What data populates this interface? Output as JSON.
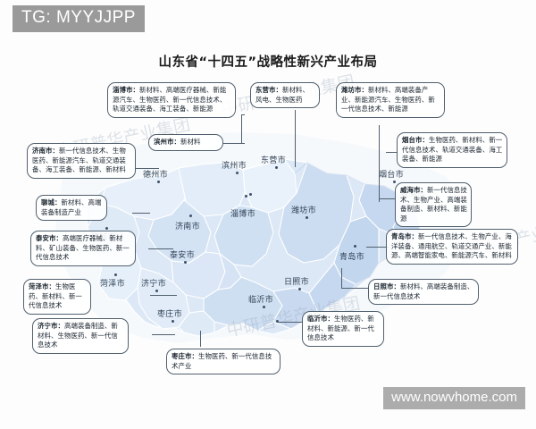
{
  "overlay": {
    "tg_tag": "TG: MYYJJPP",
    "site_tag": "www.nowvhome.com"
  },
  "title": "山东省“十四五”战略性新兴产业布局",
  "watermarks": [
    "中研普华产业集团",
    "中研普华产业集团",
    "中研普华产业集团",
    "中研普华产业集团"
  ],
  "map": {
    "city_labels": [
      {
        "name": "德州市"
      },
      {
        "name": "滨州市"
      },
      {
        "name": "东营市"
      },
      {
        "name": "烟台市"
      },
      {
        "name": "威海市"
      },
      {
        "name": "潍坊市"
      },
      {
        "name": "淄博市"
      },
      {
        "name": "济南市"
      },
      {
        "name": "聊城市"
      },
      {
        "name": "泰安市"
      },
      {
        "name": "青岛市"
      },
      {
        "name": "济宁市"
      },
      {
        "name": "枣庄市"
      },
      {
        "name": "临沂市"
      },
      {
        "name": "日照市"
      },
      {
        "name": "菏泽市"
      }
    ]
  },
  "callouts": [
    {
      "city": "淄博市：",
      "industries": "新材料、高端医疗器械、新能源汽车、生物医药、新一代信息技术、轨道交通装备、海工装备、新能源"
    },
    {
      "city": "东营市：",
      "industries": "新材料、风电、生物医药"
    },
    {
      "city": "潍坊市：",
      "industries": "新材料、高端装备产业、新能源汽车、生物医药、新一代信息技术、新能源"
    },
    {
      "city": "滨州市：",
      "industries": "新材料"
    },
    {
      "city": "济南市：",
      "industries": "新一代信息技术、生物医药、新能源汽车、轨道交通装备、海工装备、新能源、新材料"
    },
    {
      "city": "烟台市：",
      "industries": "生物医药、新材料、新一代信息技术、轨道交通装备、海工装备、新能源"
    },
    {
      "city": "威海市：",
      "industries": "新一代信息技术、生物产业、高端装备制造、新材料、新能源"
    },
    {
      "city": "聊城：",
      "industries": "新材料、高端装备制造产业"
    },
    {
      "city": "泰安市：",
      "industries": "高端医疗器械、新材料、矿山装备、生物医药、新一代信息技术"
    },
    {
      "city": "青岛市：",
      "industries": "新一代信息技术、生物产业、海洋装备、通用航空、轨道交通产业、新能源、高端智能家电、新能源汽车、新材料"
    },
    {
      "city": "菏泽市：",
      "industries": "生物医药、新材料、新一代信息技术"
    },
    {
      "city": "日照市：",
      "industries": "新材料、高端装备制造、新一代信息技术"
    },
    {
      "city": "济宁市：",
      "industries": "高端装备制造、新材料、生物医药、新一代信息技术"
    },
    {
      "city": "临沂市：",
      "industries": "生物医药、新材料、新能源、新一代信息技术"
    },
    {
      "city": "枣庄市：",
      "industries": "生物医药、新一代信息技术产业"
    }
  ],
  "colors": {
    "map_fill_light": "#eef3fa",
    "map_fill_mid": "#d7e4f4",
    "map_fill_dark": "#b9cfe9",
    "map_stroke": "#ffffff",
    "callout_border": "#51606e",
    "tag_bg": "#9a9a9a"
  }
}
